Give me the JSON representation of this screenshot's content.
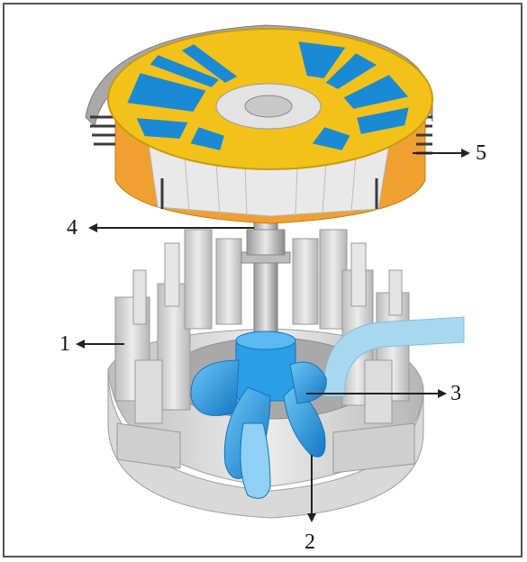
{
  "labels": {
    "l1": "1",
    "l2": "2",
    "l3": "3",
    "l4": "4",
    "l5": "5"
  },
  "colors": {
    "generator_gold": "#f2c21a",
    "generator_orange": "#f0a030",
    "generator_blue": "#1a8ad4",
    "casing_gray": "#c8c8c8",
    "water_blue": "#2a9ee6",
    "pipe_light_blue": "#a7d8ef",
    "arrow": "#222222"
  }
}
